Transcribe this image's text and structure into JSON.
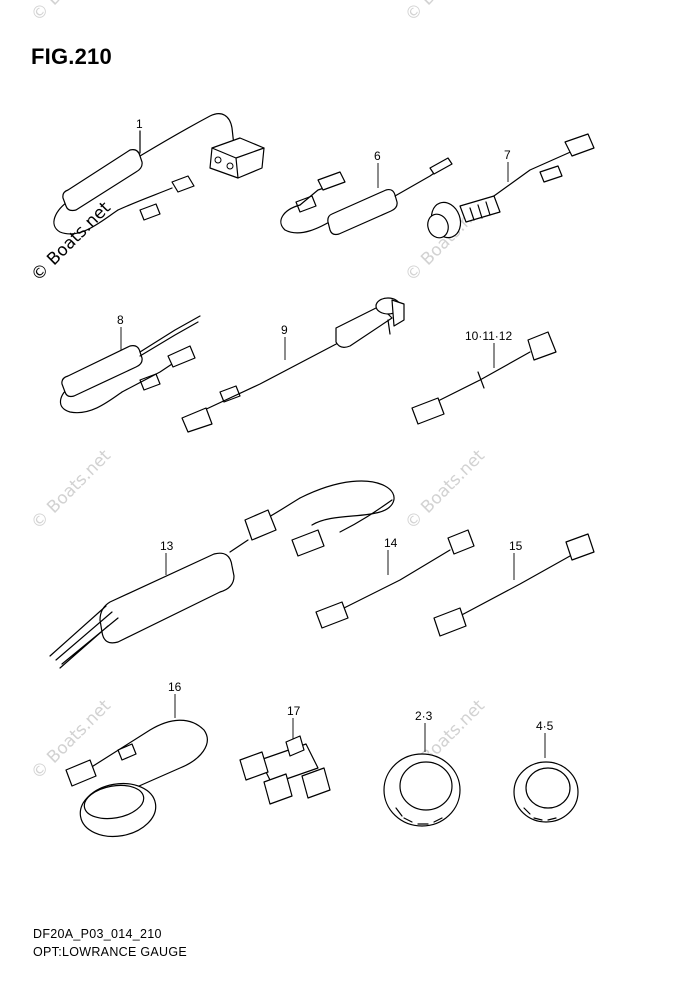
{
  "figure_label": "FIG.210",
  "footer": {
    "code": "DF20A_P03_014_210",
    "caption": "OPT:LOWRANCE GAUGE"
  },
  "watermark": "© Boats.net",
  "callouts": {
    "p1": "1",
    "p6": "6",
    "p7": "7",
    "p8": "8",
    "p9": "9",
    "p10": "10·11·12",
    "p13": "13",
    "p14": "14",
    "p15": "15",
    "p16": "16",
    "p17": "17",
    "p23": "2·3",
    "p45": "4·5"
  }
}
